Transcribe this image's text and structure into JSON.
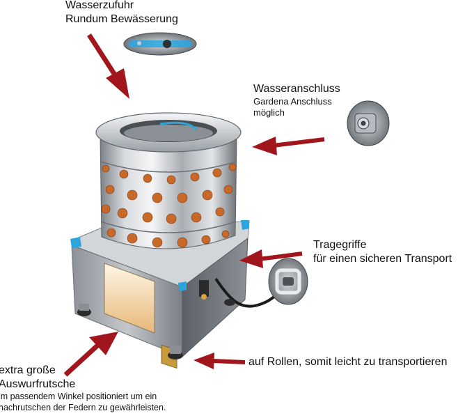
{
  "annotations": {
    "water_supply": {
      "line1": "Wasserzufuhr",
      "line2": "Rundum Bewässerung"
    },
    "water_connection": {
      "title": "Wasseranschluss",
      "sub1": "Gardena Anschluss",
      "sub2": "möglich"
    },
    "handles": {
      "line1": "Tragegriffe",
      "line2": "für einen sicheren Transport"
    },
    "wheels": {
      "text": "auf Rollen, somit leicht zu transportieren"
    },
    "chute": {
      "line1": "extra große",
      "line2": "Auswurfrutsche",
      "note1": "im passendem Winkel positioniert um ein",
      "note2": "nachrutschen der Federn zu gewährleisten."
    }
  },
  "colors": {
    "arrow": "#a0161c",
    "steel": "#c9ccd0",
    "steel_dark": "#6f747a",
    "finger": "#c8692a",
    "corner_cap": "#2aa6df",
    "chute_glow": "#f2d3a2"
  }
}
